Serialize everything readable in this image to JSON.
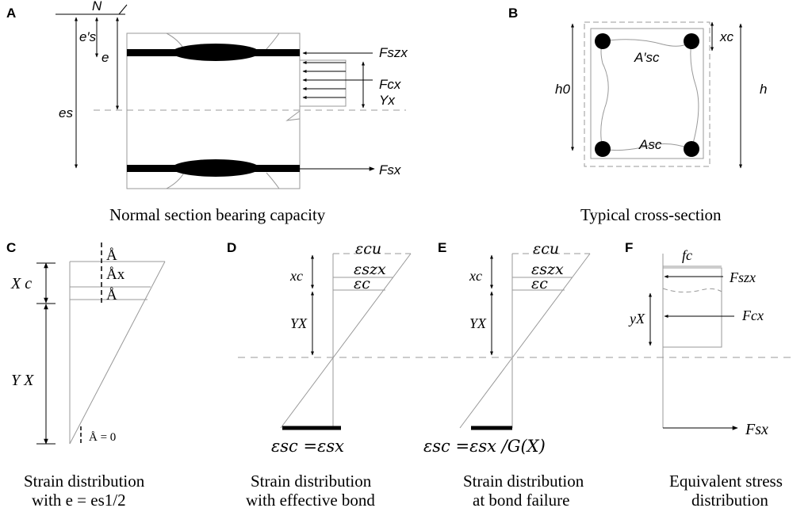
{
  "panels": {
    "A": {
      "letter": "A",
      "caption": "Normal section bearing capacity",
      "labels": {
        "N": "N",
        "es_prime": "e′s",
        "e": "e",
        "es": "es",
        "Fszx": "Fszx",
        "Fcx": "Fcx",
        "Yx": "Yx",
        "Fsx": "Fsx"
      }
    },
    "B": {
      "letter": "B",
      "caption": "Typical cross-section",
      "labels": {
        "xc": "xc",
        "Asc_prime": "A′sc",
        "Asc": "Asc",
        "h0": "h0",
        "h": "h"
      }
    },
    "C": {
      "letter": "C",
      "caption_line1": "Strain distribution",
      "caption_line2": "with e = es1/2",
      "labels": {
        "Xc": "X c",
        "YX": "Y X",
        "sym1": "Å",
        "sym2": "Åx",
        "sym3": "Å",
        "sym_zero": "Å = 0"
      }
    },
    "D": {
      "letter": "D",
      "caption_line1": "Strain distribution",
      "caption_line2": "with effective bond",
      "labels": {
        "ecu": "εcu",
        "eszx": "εszx",
        "ec": "εc",
        "xc": "xc",
        "YX": "YX",
        "bottom_eq": "εsc =εsx"
      }
    },
    "E": {
      "letter": "E",
      "caption_line1": "Strain distribution",
      "caption_line2": "at bond failure",
      "labels": {
        "ecu": "εcu",
        "eszx": "εszx",
        "ec": "εc",
        "xc": "xc",
        "YX": "YX",
        "bottom_eq": "εsc =εsx /G(X)"
      }
    },
    "F": {
      "letter": "F",
      "caption_line1": "Equivalent stress",
      "caption_line2": "distribution",
      "labels": {
        "fc": "fc",
        "Fszx": "Fszx",
        "Fcx": "Fcx",
        "yX": "yX",
        "Fsx": "Fsx"
      }
    }
  }
}
